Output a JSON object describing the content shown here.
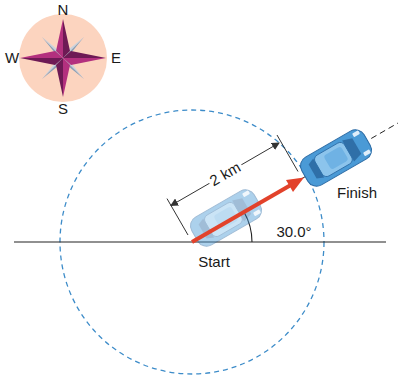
{
  "diagram": {
    "labels": [
      "N",
      "W",
      "E",
      "S",
      "2 km",
      "30.0°",
      "Start",
      "Finish"
    ]
  }
}
